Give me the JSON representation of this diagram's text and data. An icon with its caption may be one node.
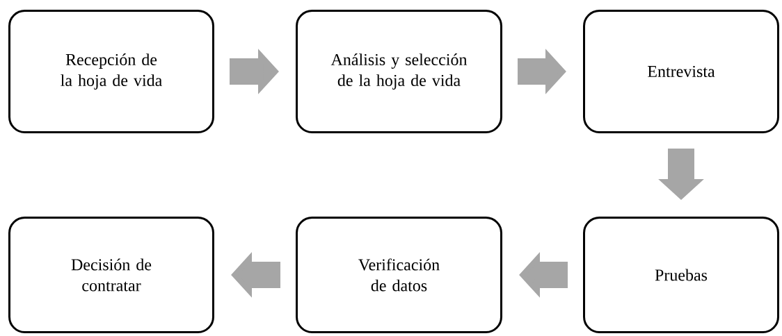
{
  "diagram": {
    "nodes": [
      {
        "text": [
          "Recepción de la hoja de vida"
        ]
      },
      {
        "text": [
          "Análisis y selección de la hoja de vida"
        ]
      },
      {
        "text": [
          "Entrevista"
        ]
      },
      {
        "text": [
          "Pruebas"
        ]
      },
      {
        "text": [
          "Verificación de datos"
        ]
      },
      {
        "text": [
          "Decisión de contratar"
        ]
      }
    ],
    "edges": [
      {
        "from": 0,
        "to": 1,
        "arrow": "to"
      },
      {
        "from": 1,
        "to": 2,
        "arrow": "to"
      },
      {
        "from": 2,
        "to": 3,
        "arrow": "to"
      },
      {
        "from": 3,
        "to": 4,
        "arrow": "to"
      },
      {
        "from": 4,
        "to": 5,
        "arrow": "to"
      }
    ]
  }
}
